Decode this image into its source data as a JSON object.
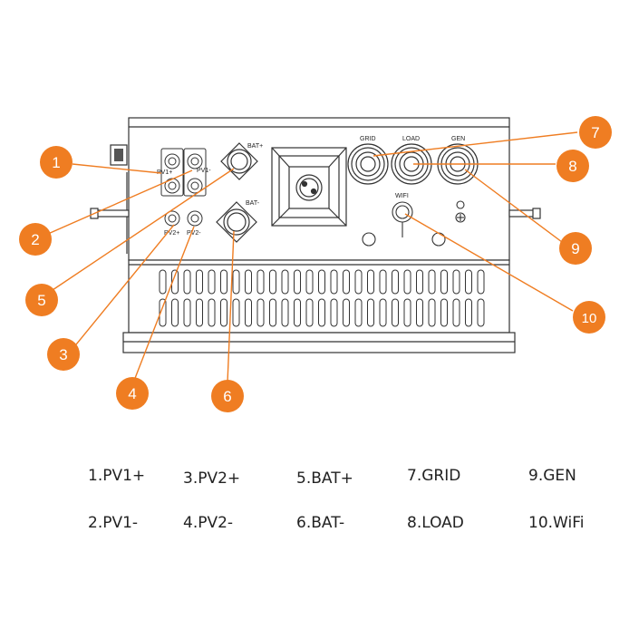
{
  "panel_labels": {
    "pv1_plus": "PV1+",
    "pv1_minus": "PV1-",
    "pv2_plus": "PV2+",
    "pv2_minus": "PV2-",
    "bat_plus": "BAT+",
    "bat_minus": "BAT-",
    "grid": "GRID",
    "load": "LOAD",
    "gen": "GEN",
    "wifi": "WIFI"
  },
  "callouts": [
    {
      "number": "1"
    },
    {
      "number": "2"
    },
    {
      "number": "3"
    },
    {
      "number": "4"
    },
    {
      "number": "5"
    },
    {
      "number": "6"
    },
    {
      "number": "7"
    },
    {
      "number": "8"
    },
    {
      "number": "9"
    },
    {
      "number": "10"
    }
  ],
  "legend": [
    {
      "text": "1.PV1+"
    },
    {
      "text": "2.PV1-"
    },
    {
      "text": "3.PV2+"
    },
    {
      "text": "4.PV2-"
    },
    {
      "text": "5.BAT+"
    },
    {
      "text": "6.BAT-"
    },
    {
      "text": "7.GRID"
    },
    {
      "text": "8.LOAD"
    },
    {
      "text": "9.GEN"
    },
    {
      "text": "10.WiFi"
    }
  ],
  "colors": {
    "callout": "#ef7d22",
    "line": "#333333",
    "leader": "#ef7d22",
    "text": "#222222"
  }
}
